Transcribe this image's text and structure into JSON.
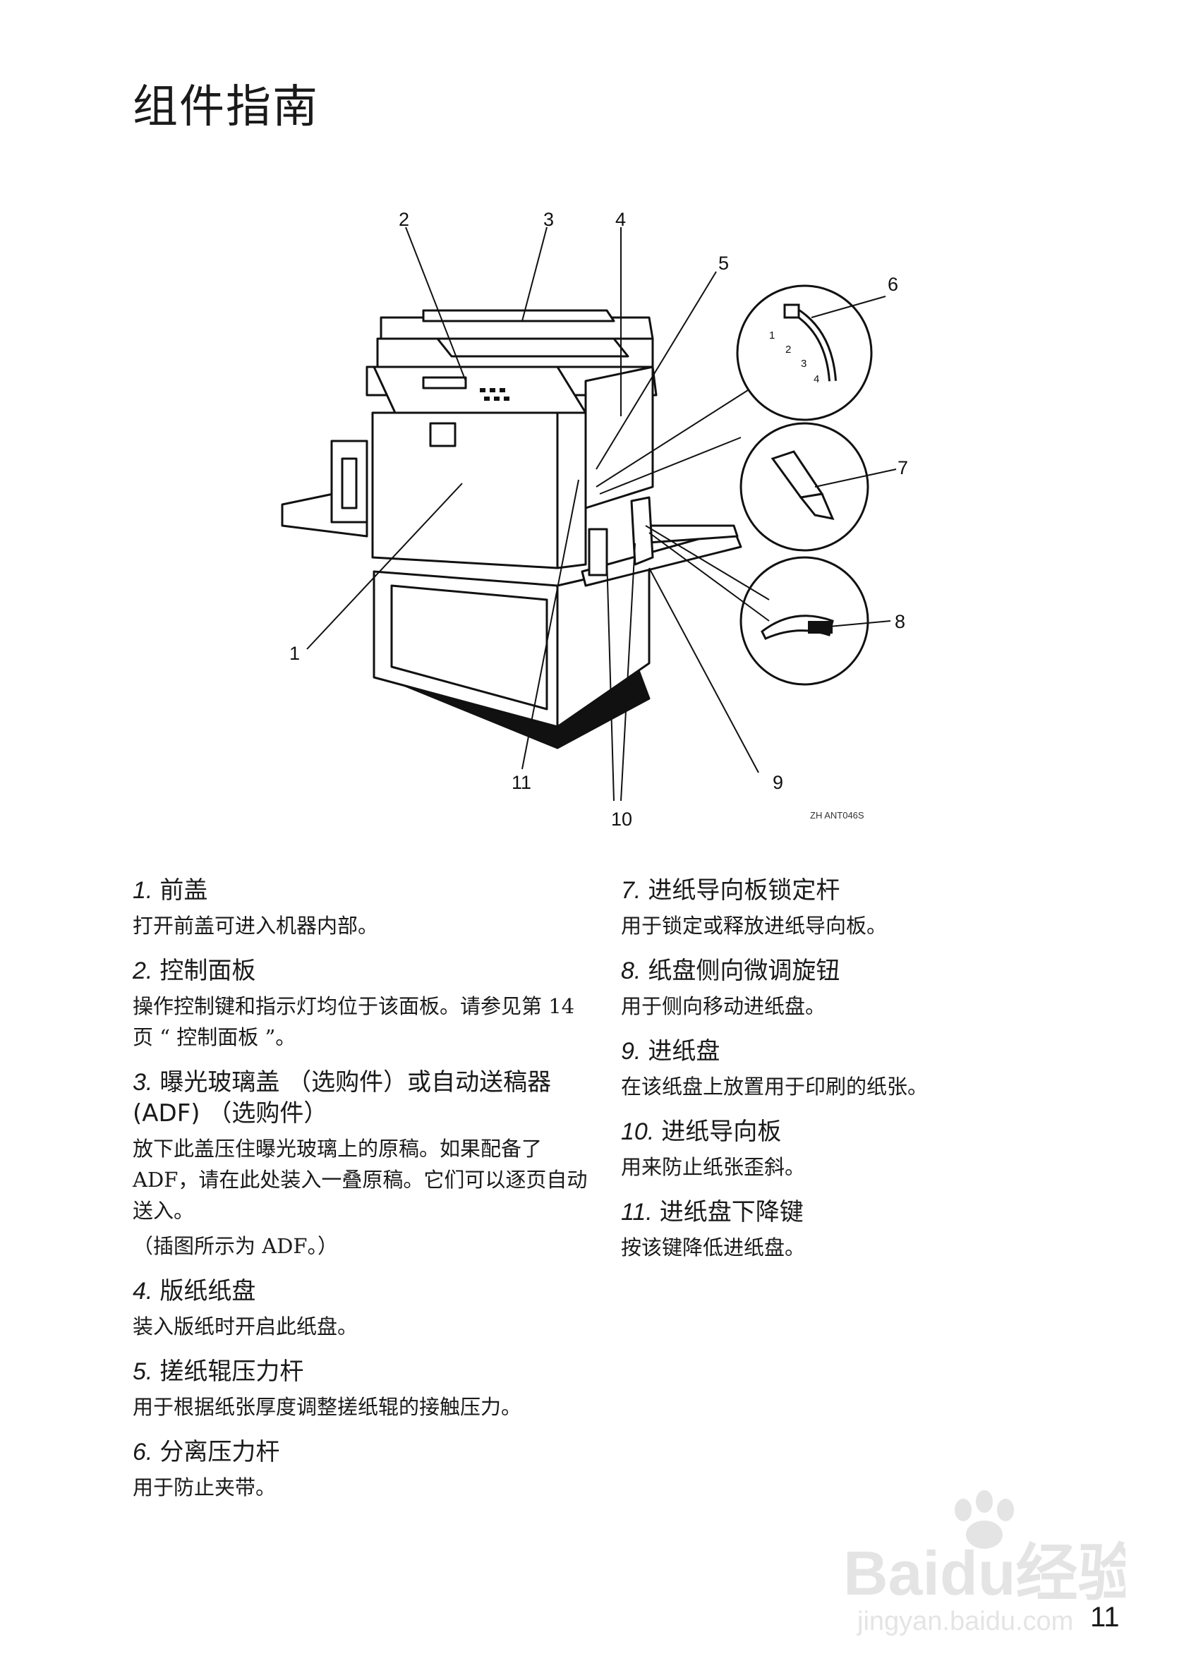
{
  "title": "组件指南",
  "figure": {
    "callouts": [
      "1",
      "2",
      "3",
      "4",
      "5",
      "6",
      "7",
      "8",
      "9",
      "10",
      "11"
    ],
    "lever_positions": [
      "1",
      "2",
      "3",
      "4"
    ],
    "code": "ZH ANT046S"
  },
  "items": [
    {
      "num": "1.",
      "name": "前盖",
      "desc": "打开前盖可进入机器内部。"
    },
    {
      "num": "2.",
      "name": "控制面板",
      "desc": "操作控制键和指示灯均位于该面板。请参见第 14 页 “ 控制面板 ”。"
    },
    {
      "num": "3.",
      "name": "曝光玻璃盖 （选购件）或自动送稿器 (ADF) （选购件）",
      "desc": "放下此盖压住曝光玻璃上的原稿。如果配备了 ADF，请在此处装入一叠原稿。它们可以逐页自动送入。",
      "note": "（插图所示为 ADF。）"
    },
    {
      "num": "4.",
      "name": "版纸纸盘",
      "desc": "装入版纸时开启此纸盘。"
    },
    {
      "num": "5.",
      "name": "搓纸辊压力杆",
      "desc": "用于根据纸张厚度调整搓纸辊的接触压力。"
    },
    {
      "num": "6.",
      "name": "分离压力杆",
      "desc": "用于防止夹带。"
    },
    {
      "num": "7.",
      "name": "进纸导向板锁定杆",
      "desc": "用于锁定或释放进纸导向板。"
    },
    {
      "num": "8.",
      "name": "纸盘侧向微调旋钮",
      "desc": "用于侧向移动进纸盘。"
    },
    {
      "num": "9.",
      "name": "进纸盘",
      "desc": "在该纸盘上放置用于印刷的纸张。"
    },
    {
      "num": "10.",
      "name": "进纸导向板",
      "desc": "用来防止纸张歪斜。"
    },
    {
      "num": "11.",
      "name": "进纸盘下降键",
      "desc": "按该键降低进纸盘。"
    }
  ],
  "page_number": "11",
  "watermark": {
    "brand": "Baidu经验",
    "url": "jingyan.baidu.com"
  }
}
